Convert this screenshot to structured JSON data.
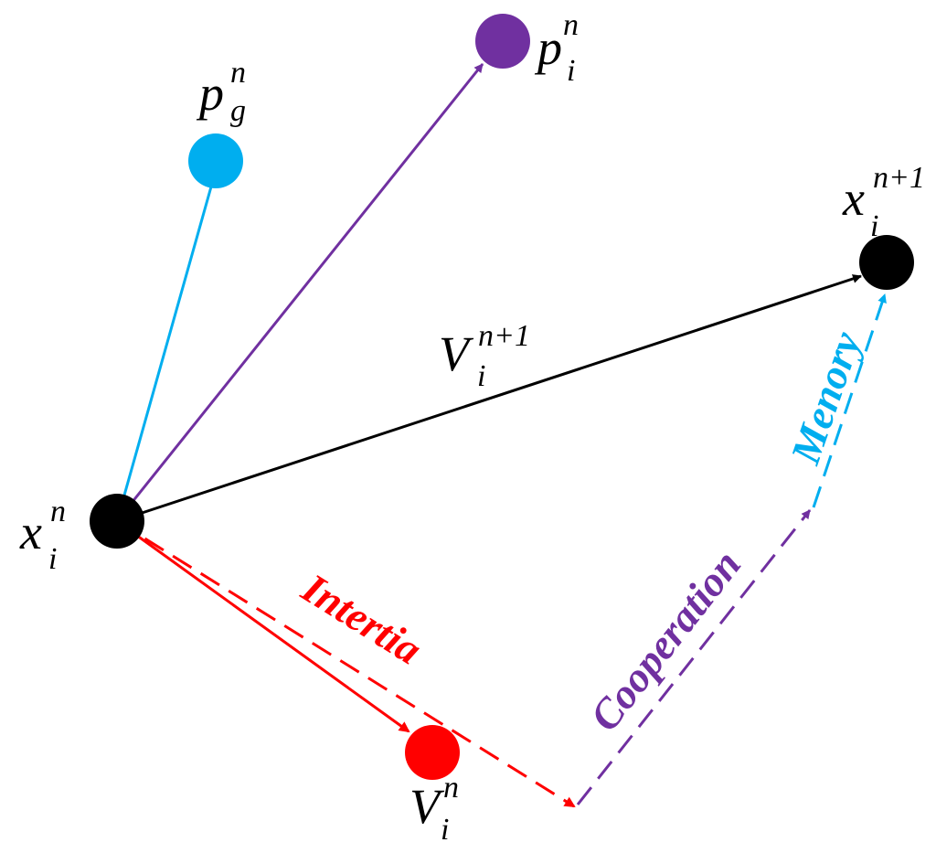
{
  "colors": {
    "black": "#000000",
    "cyan": "#00aeef",
    "purple": "#7030a0",
    "red": "#ff0000"
  },
  "nodes": {
    "current": {
      "base": "x",
      "sup": "n",
      "sub": "i"
    },
    "global_best": {
      "base": "p",
      "sup": "n",
      "sub": "g"
    },
    "personal_best": {
      "base": "p",
      "sup": "n",
      "sub": "i"
    },
    "next": {
      "base": "x",
      "sup": "n+1",
      "sub": "i"
    },
    "velocity": {
      "base": "V",
      "sup": "n",
      "sub": "i"
    }
  },
  "vector_label": {
    "base": "V",
    "sup": "n+1",
    "sub": "i"
  },
  "labels": {
    "inertia": "Intertia",
    "cooperation": "Cooperation",
    "memory": "Menory"
  }
}
